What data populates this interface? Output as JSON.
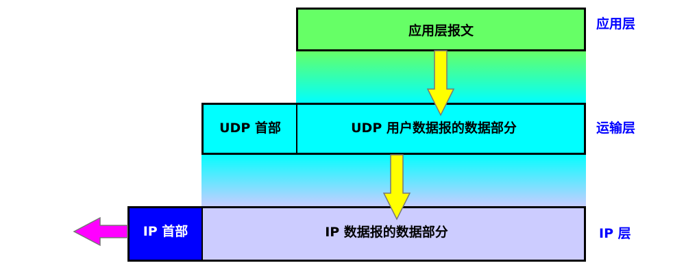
{
  "boxes": {
    "app_message": "应用层报文",
    "udp_header": "UDP 首部",
    "udp_data": "UDP 用户数据报的数据部分",
    "ip_header": "IP 首部",
    "ip_data": "IP 数据报的数据部分"
  },
  "layers": {
    "application": "应用层",
    "transport": "运输层",
    "ip": "IP 层"
  },
  "colors": {
    "app_box": "#66ff66",
    "udp_box": "#00ffff",
    "ip_header_box": "#0000ff",
    "ip_data_box": "#ccccff",
    "down_arrow": "#ffff00",
    "left_arrow": "#ff00ff",
    "layer_label": "#0000ff"
  },
  "icons": {
    "down_arrow_1": "arrow-down-icon",
    "down_arrow_2": "arrow-down-icon",
    "out_arrow": "arrow-left-icon"
  }
}
